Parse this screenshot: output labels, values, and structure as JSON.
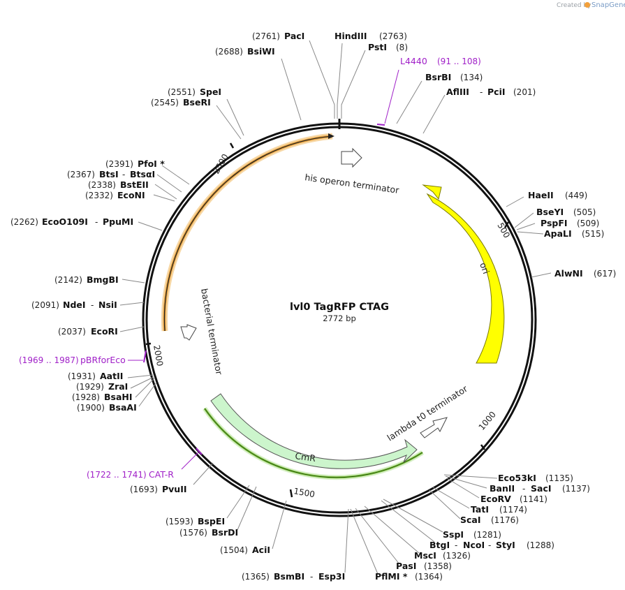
{
  "credit": {
    "created_by": "Created by",
    "brand": "SnapGene"
  },
  "plasmid": {
    "name": "lvl0 TagRFP CTAG",
    "length_label": "2772 bp",
    "length": 2772
  },
  "colors": {
    "backbone": "#111111",
    "primer": "#a020c8",
    "ori": "#ffff00",
    "cmr": "#ccf5cc",
    "terminator_arc": "#f2a64a"
  },
  "ticks": [
    {
      "label": "500",
      "pos": 500
    },
    {
      "label": "1000",
      "pos": 1000
    },
    {
      "label": "1500",
      "pos": 1500
    },
    {
      "label": "2000",
      "pos": 2000
    },
    {
      "label": "2500",
      "pos": 2500
    }
  ],
  "enzymes": [
    {
      "name": "PacI",
      "pos": "(2761)"
    },
    {
      "name": "HindIII",
      "pos": "(2763)"
    },
    {
      "name": "PstI",
      "pos": "(8)"
    },
    {
      "name": "BsiWI",
      "pos": "(2688)"
    },
    {
      "name": "BsrBI",
      "pos": "(134)"
    },
    {
      "name": "AflIII",
      "sep": "-",
      "name2": "PciI",
      "pos": "(201)"
    },
    {
      "name": "SpeI",
      "pos": "(2551)"
    },
    {
      "name": "BseRI",
      "pos": "(2545)"
    },
    {
      "name": "PfoI *",
      "pos": "(2391)"
    },
    {
      "name": "BtsI",
      "sep": "-",
      "name2": "BtsαI",
      "pos": "(2367)"
    },
    {
      "name": "BstEII",
      "pos": "(2338)"
    },
    {
      "name": "EcoNI",
      "pos": "(2332)"
    },
    {
      "name": "HaeII",
      "pos": "(449)"
    },
    {
      "name": "BseYI",
      "pos": "(505)"
    },
    {
      "name": "PspFI",
      "pos": "(509)"
    },
    {
      "name": "ApaLI",
      "pos": "(515)"
    },
    {
      "name": "EcoO109I",
      "sep": "-",
      "name2": "PpuMI",
      "pos": "(2262)"
    },
    {
      "name": "AlwNI",
      "pos": "(617)"
    },
    {
      "name": "BmgBI",
      "pos": "(2142)"
    },
    {
      "name": "NdeI",
      "sep": "-",
      "name2": "NsiI",
      "pos": "(2091)"
    },
    {
      "name": "EcoRI",
      "pos": "(2037)"
    },
    {
      "name": "AatII",
      "pos": "(1931)"
    },
    {
      "name": "ZraI",
      "pos": "(1929)"
    },
    {
      "name": "BsaHI",
      "pos": "(1928)"
    },
    {
      "name": "BsaAI",
      "pos": "(1900)"
    },
    {
      "name": "Eco53kI",
      "pos": "(1135)"
    },
    {
      "name": "BanII",
      "sep": "-",
      "name2": "SacI",
      "pos": "(1137)"
    },
    {
      "name": "EcoRV",
      "pos": "(1141)"
    },
    {
      "name": "TatI",
      "pos": "(1174)"
    },
    {
      "name": "ScaI",
      "pos": "(1176)"
    },
    {
      "name": "PvuII",
      "pos": "(1693)"
    },
    {
      "name": "BspEI",
      "pos": "(1593)"
    },
    {
      "name": "BsrDI",
      "pos": "(1576)"
    },
    {
      "name": "SspI",
      "pos": "(1281)"
    },
    {
      "name": "BtgI",
      "sep": "-",
      "name2": "NcoI",
      "sep2": "-",
      "name3": "StyI",
      "pos": "(1288)"
    },
    {
      "name": "MscI",
      "pos": "(1326)"
    },
    {
      "name": "PasI",
      "pos": "(1358)"
    },
    {
      "name": "AciI",
      "pos": "(1504)"
    },
    {
      "name": "PflMI *",
      "pos": "(1364)"
    },
    {
      "name": "BsmBI",
      "sep": "-",
      "name2": "Esp3I",
      "pos": "(1365)"
    }
  ],
  "primers": [
    {
      "name": "L4440",
      "range": "(91 .. 108)"
    },
    {
      "name": "pBRforEco",
      "range": "(1969 .. 1987)"
    },
    {
      "name": "CAT-R",
      "range": "(1722 .. 1741)"
    }
  ],
  "features": [
    {
      "name": "his operon terminator",
      "type": "terminator"
    },
    {
      "name": "ori",
      "type": "rep_origin"
    },
    {
      "name": "bacterial terminator",
      "type": "terminator"
    },
    {
      "name": "lambda t0 terminator",
      "type": "terminator"
    },
    {
      "name": "CmR",
      "type": "CDS"
    }
  ]
}
